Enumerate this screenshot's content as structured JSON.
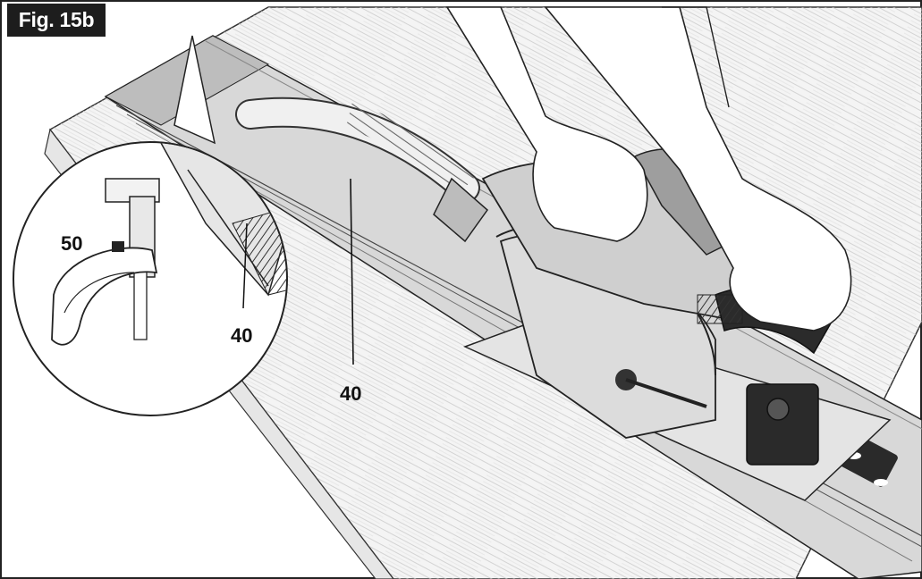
{
  "figure": {
    "label": "Fig. 15b"
  },
  "callouts": {
    "main_hose": "40",
    "inset_hose": "40",
    "inset_lever": "50"
  },
  "colors": {
    "ink": "#111111",
    "wood": "#f3f3f3",
    "rail": "#cfcfcf",
    "dark": "#1d1d1d"
  }
}
